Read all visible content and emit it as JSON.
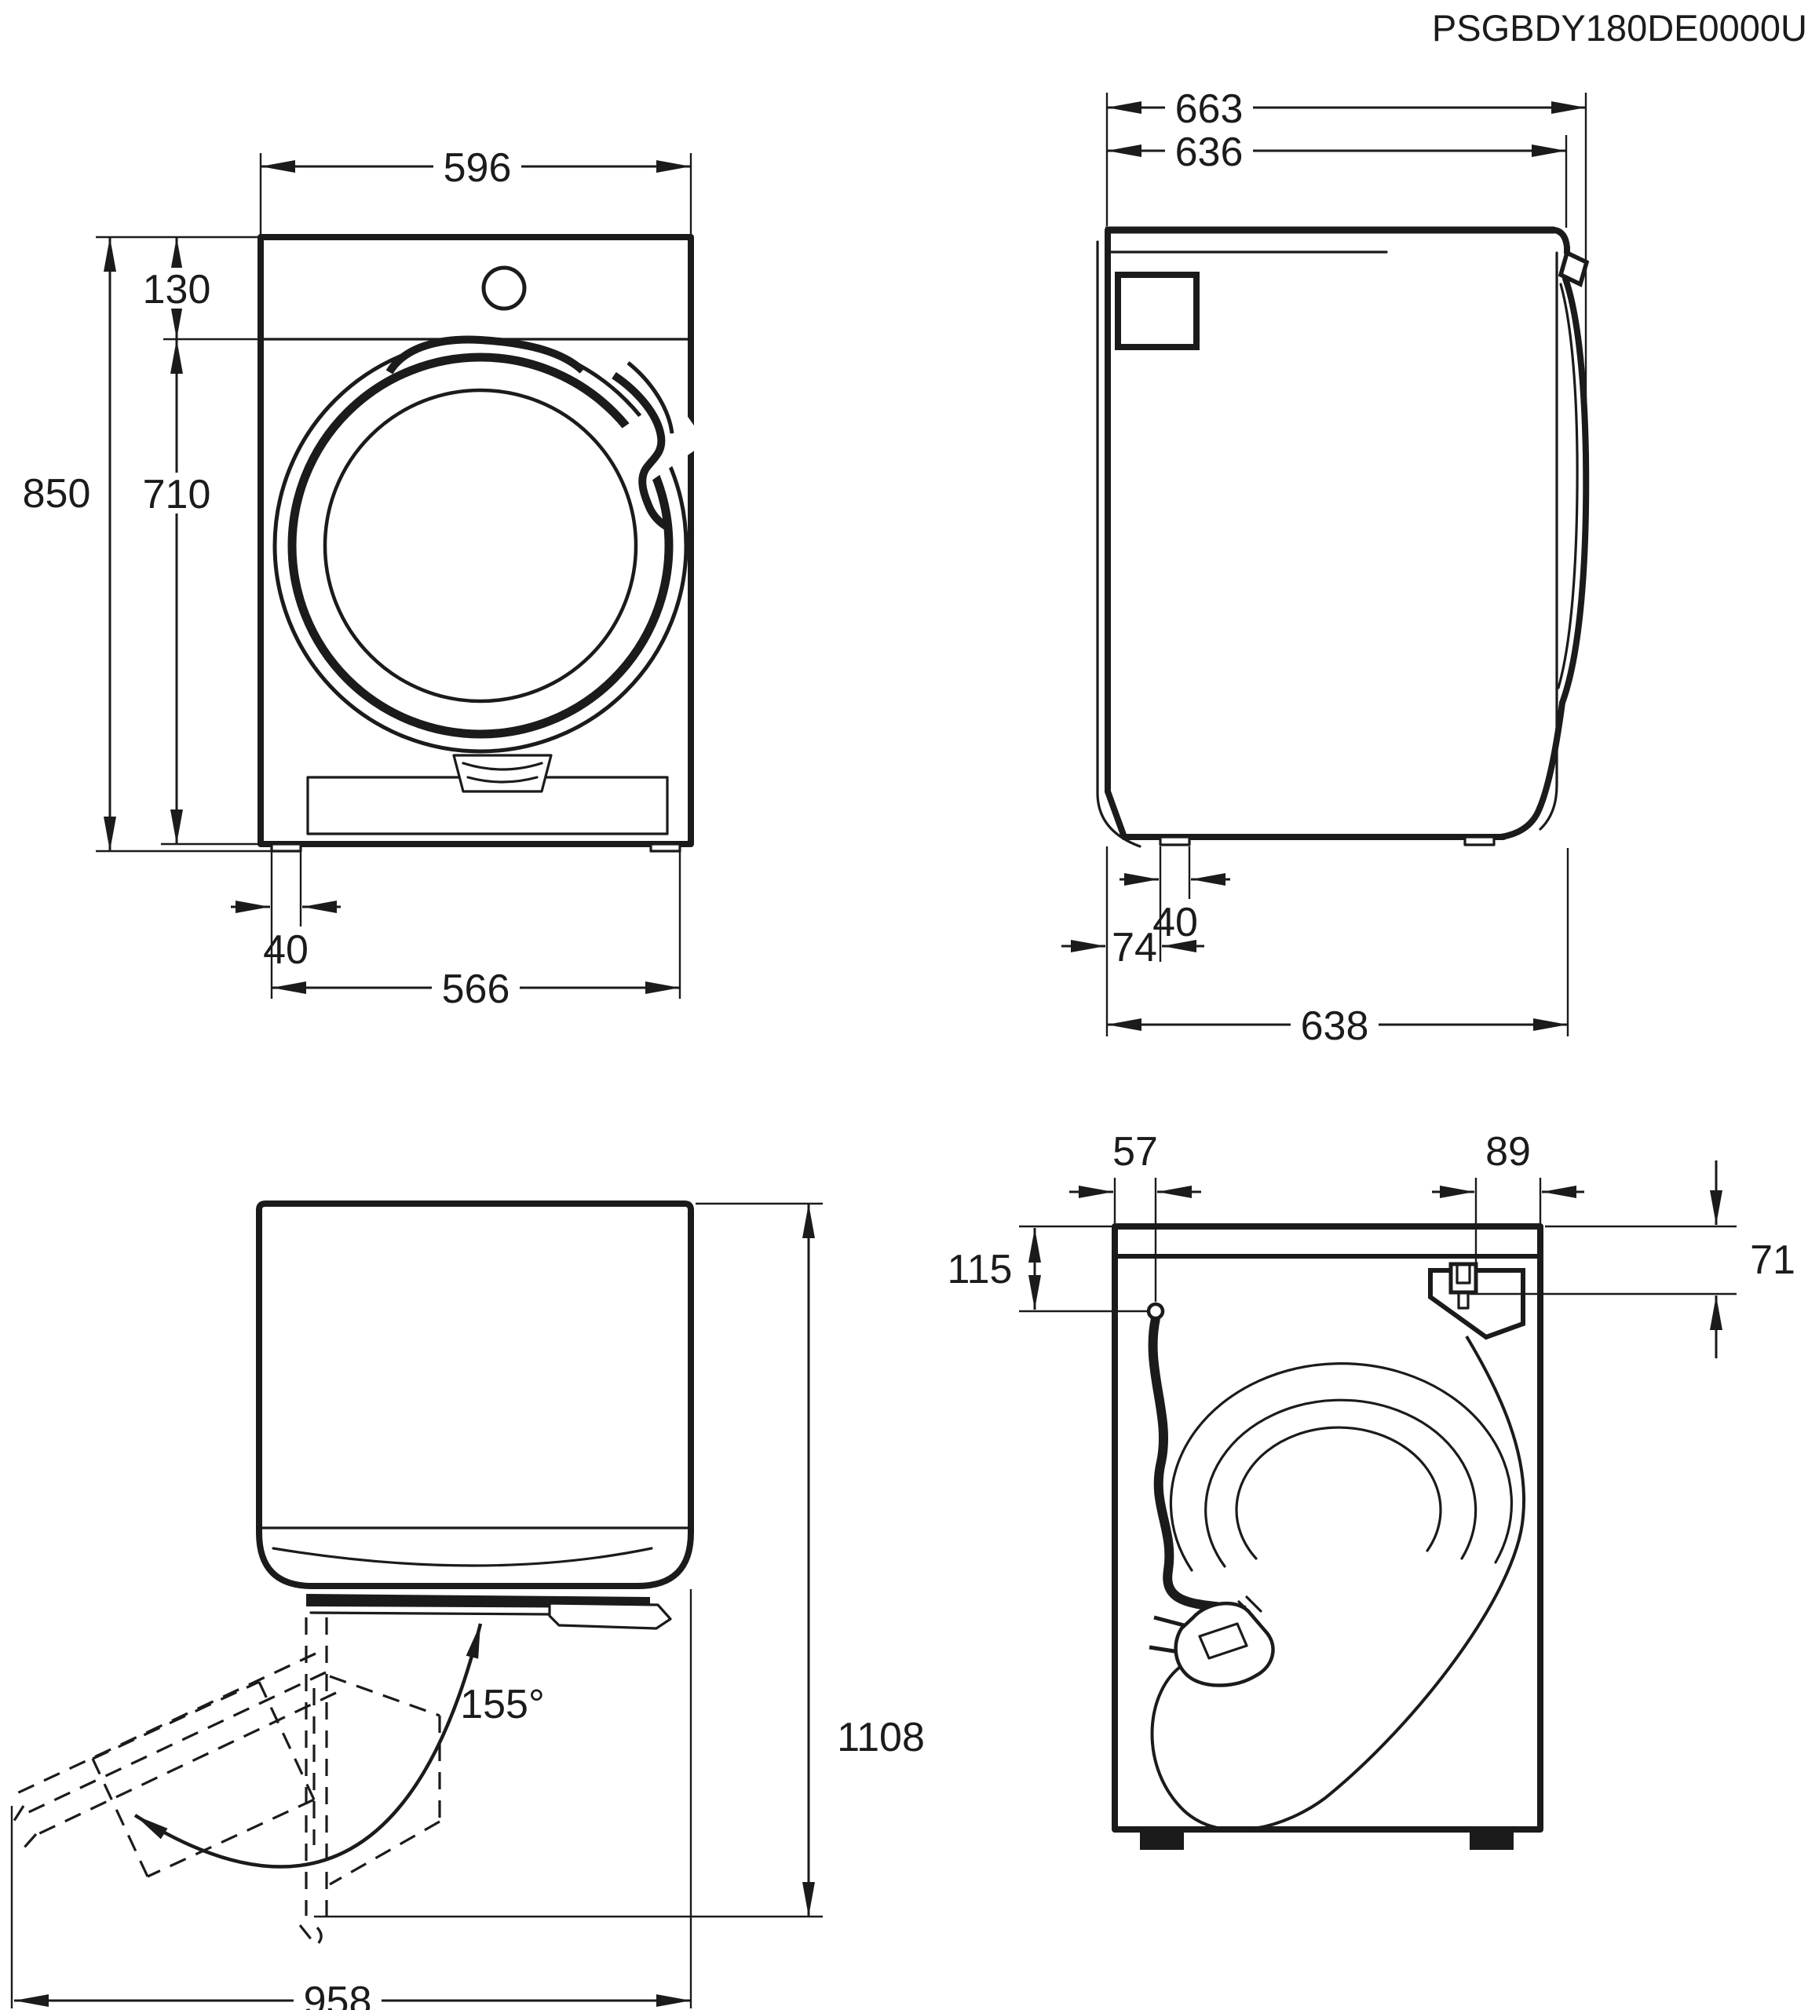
{
  "part_number": "PSGBDY180DE0000U",
  "views": {
    "front": {
      "dims": {
        "width": "596",
        "control_panel_height": "130",
        "total_height": "850",
        "body_height": "710",
        "foot_width": "40",
        "feet_span": "566"
      }
    },
    "side": {
      "dims": {
        "depth_with_door": "663",
        "body_depth": "636",
        "foot_width": "40",
        "rear_foot_offset": "74",
        "base_depth": "638"
      }
    },
    "top_door_open": {
      "dims": {
        "depth_door_open": "1108",
        "door_angle": "155°",
        "width_door_open": "958"
      }
    },
    "rear": {
      "dims": {
        "cord_from_left": "57",
        "drain_from_right": "89",
        "cord_from_top": "115",
        "drain_from_top": "71"
      }
    }
  },
  "colors": {
    "line": "#1b1b1b",
    "background": "#ffffff"
  }
}
